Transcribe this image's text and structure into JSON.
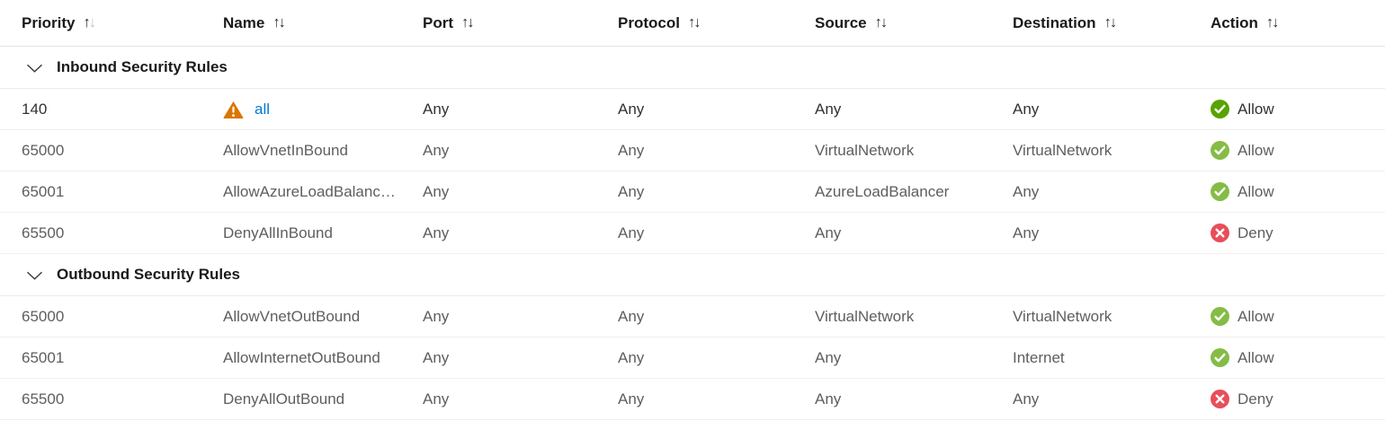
{
  "table": {
    "columns": [
      {
        "key": "priority",
        "label": "Priority",
        "sort": "ascending"
      },
      {
        "key": "name",
        "label": "Name",
        "sort": "none"
      },
      {
        "key": "port",
        "label": "Port",
        "sort": "none"
      },
      {
        "key": "protocol",
        "label": "Protocol",
        "sort": "none"
      },
      {
        "key": "source",
        "label": "Source",
        "sort": "none"
      },
      {
        "key": "destination",
        "label": "Destination",
        "sort": "none"
      },
      {
        "key": "action",
        "label": "Action",
        "sort": "none"
      }
    ],
    "sort_up_glyph": "↑",
    "sort_down_glyph": "↓",
    "sections": [
      {
        "title": "Inbound Security Rules",
        "rows": [
          {
            "priority": "140",
            "name": "all",
            "name_is_link": true,
            "warning": true,
            "port": "Any",
            "protocol": "Any",
            "source": "Any",
            "destination": "Any",
            "action": "Allow",
            "muted": false
          },
          {
            "priority": "65000",
            "name": "AllowVnetInBound",
            "name_is_link": false,
            "warning": false,
            "port": "Any",
            "protocol": "Any",
            "source": "VirtualNetwork",
            "destination": "VirtualNetwork",
            "action": "Allow",
            "muted": true
          },
          {
            "priority": "65001",
            "name": "AllowAzureLoadBalanc…",
            "name_is_link": false,
            "warning": false,
            "port": "Any",
            "protocol": "Any",
            "source": "AzureLoadBalancer",
            "destination": "Any",
            "action": "Allow",
            "muted": true
          },
          {
            "priority": "65500",
            "name": "DenyAllInBound",
            "name_is_link": false,
            "warning": false,
            "port": "Any",
            "protocol": "Any",
            "source": "Any",
            "destination": "Any",
            "action": "Deny",
            "muted": true
          }
        ]
      },
      {
        "title": "Outbound Security Rules",
        "rows": [
          {
            "priority": "65000",
            "name": "AllowVnetOutBound",
            "name_is_link": false,
            "warning": false,
            "port": "Any",
            "protocol": "Any",
            "source": "VirtualNetwork",
            "destination": "VirtualNetwork",
            "action": "Allow",
            "muted": true
          },
          {
            "priority": "65001",
            "name": "AllowInternetOutBound",
            "name_is_link": false,
            "warning": false,
            "port": "Any",
            "protocol": "Any",
            "source": "Any",
            "destination": "Internet",
            "action": "Allow",
            "muted": true
          },
          {
            "priority": "65500",
            "name": "DenyAllOutBound",
            "name_is_link": false,
            "warning": false,
            "port": "Any",
            "protocol": "Any",
            "source": "Any",
            "destination": "Any",
            "action": "Deny",
            "muted": true
          }
        ]
      }
    ],
    "colors": {
      "allow_icon": "#57A300",
      "deny_icon": "#E00B1C",
      "warning_icon": "#DB7500",
      "link_text": "#0078D4",
      "header_text": "#1B1A19",
      "default_rule_text": "#5F5E5C",
      "custom_rule_text": "#33322F"
    }
  }
}
